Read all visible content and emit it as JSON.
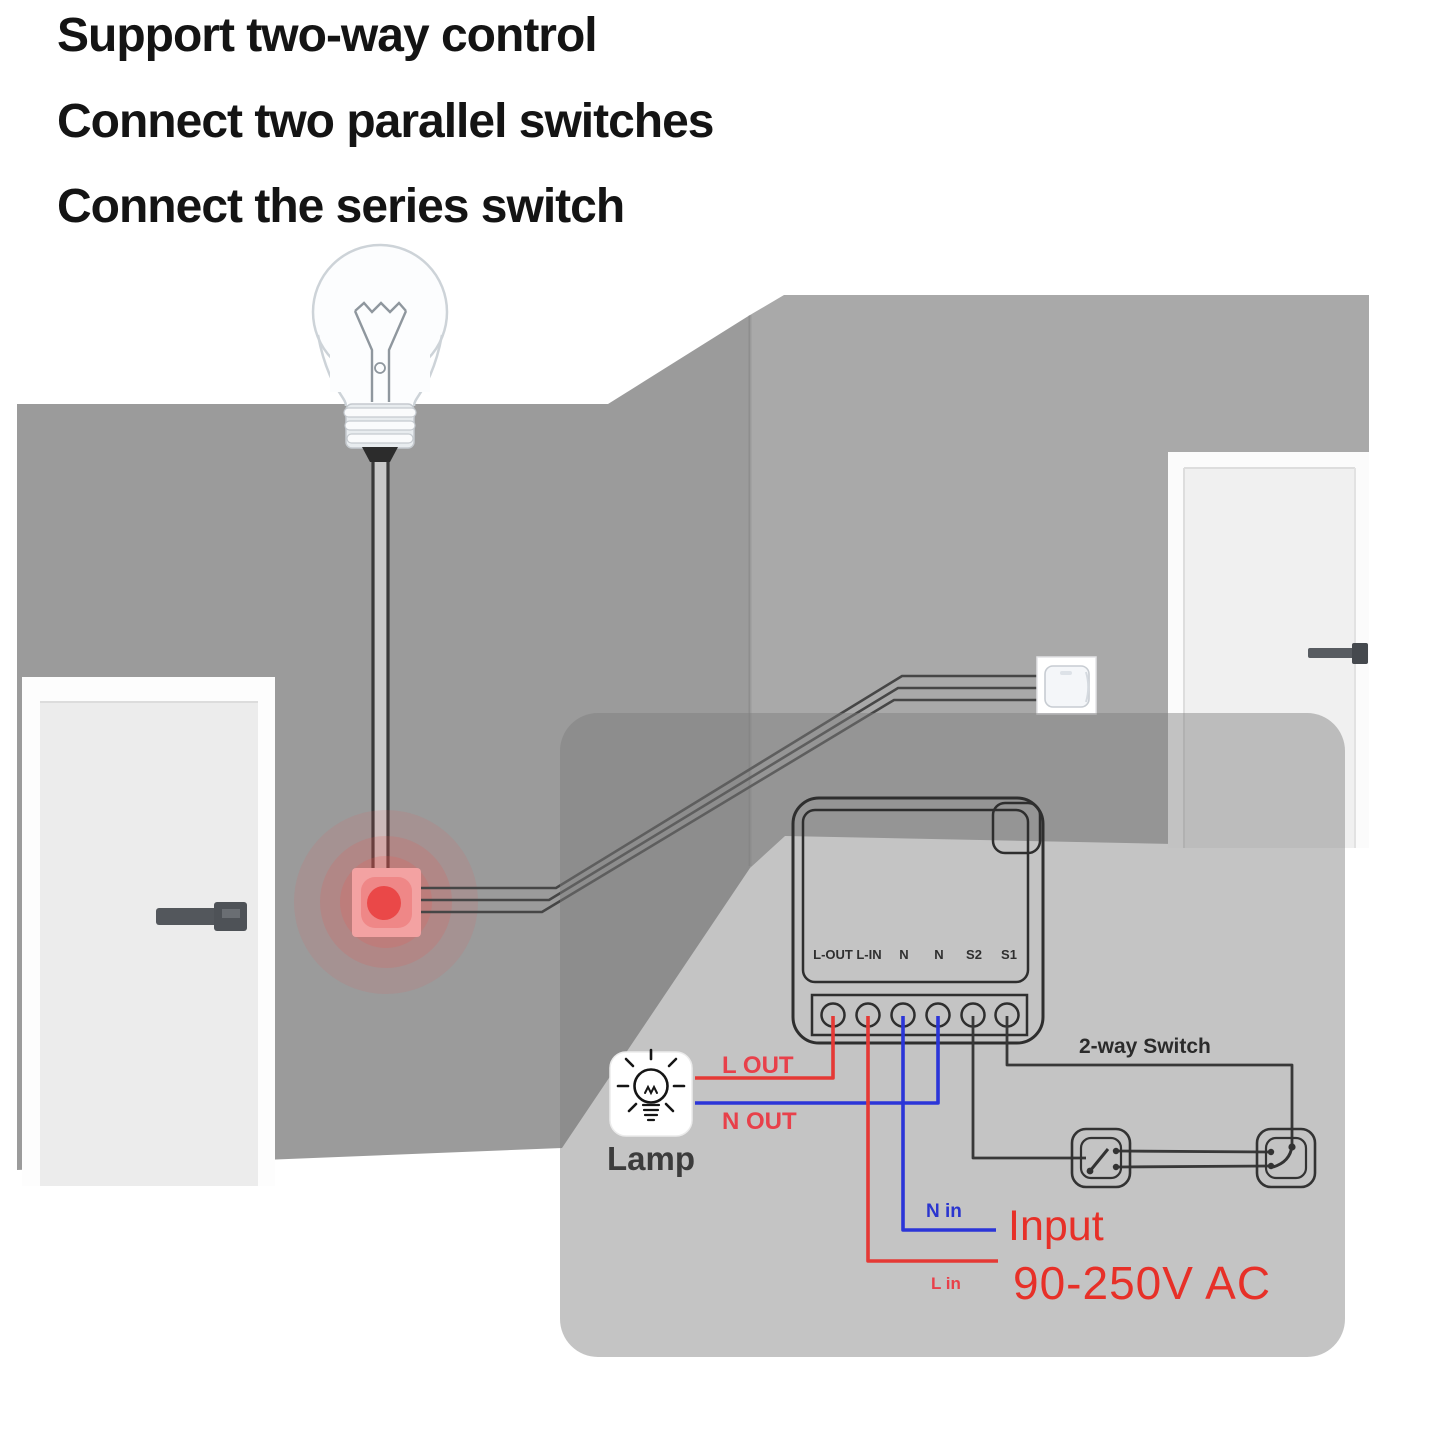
{
  "header": {
    "line1": "Support two-way control",
    "line2": "Connect two parallel switches",
    "line3": "Connect the series switch"
  },
  "module": {
    "terminals": [
      "L-OUT",
      "L-IN",
      "N",
      "N",
      "S2",
      "S1"
    ]
  },
  "labels": {
    "l_out": "L OUT",
    "n_out": "N OUT",
    "lamp": "Lamp",
    "two_way_switch": "2-way Switch",
    "n_in": "N in",
    "input": "Input",
    "voltage": "90-250V AC",
    "l_in": "L in"
  },
  "colors": {
    "wire_red": "#e53935",
    "wire_blue": "#2b35d8",
    "wire_dark": "#3f3f3f",
    "label_red": "#e8404a",
    "label_blue": "#2a35cf",
    "big_red": "#e73028",
    "glow_red": "#ef5350",
    "wall_left": "#9b9b9b",
    "wall_right": "#a9a9a9",
    "overlay": "rgba(124,124,124,0.45)"
  }
}
